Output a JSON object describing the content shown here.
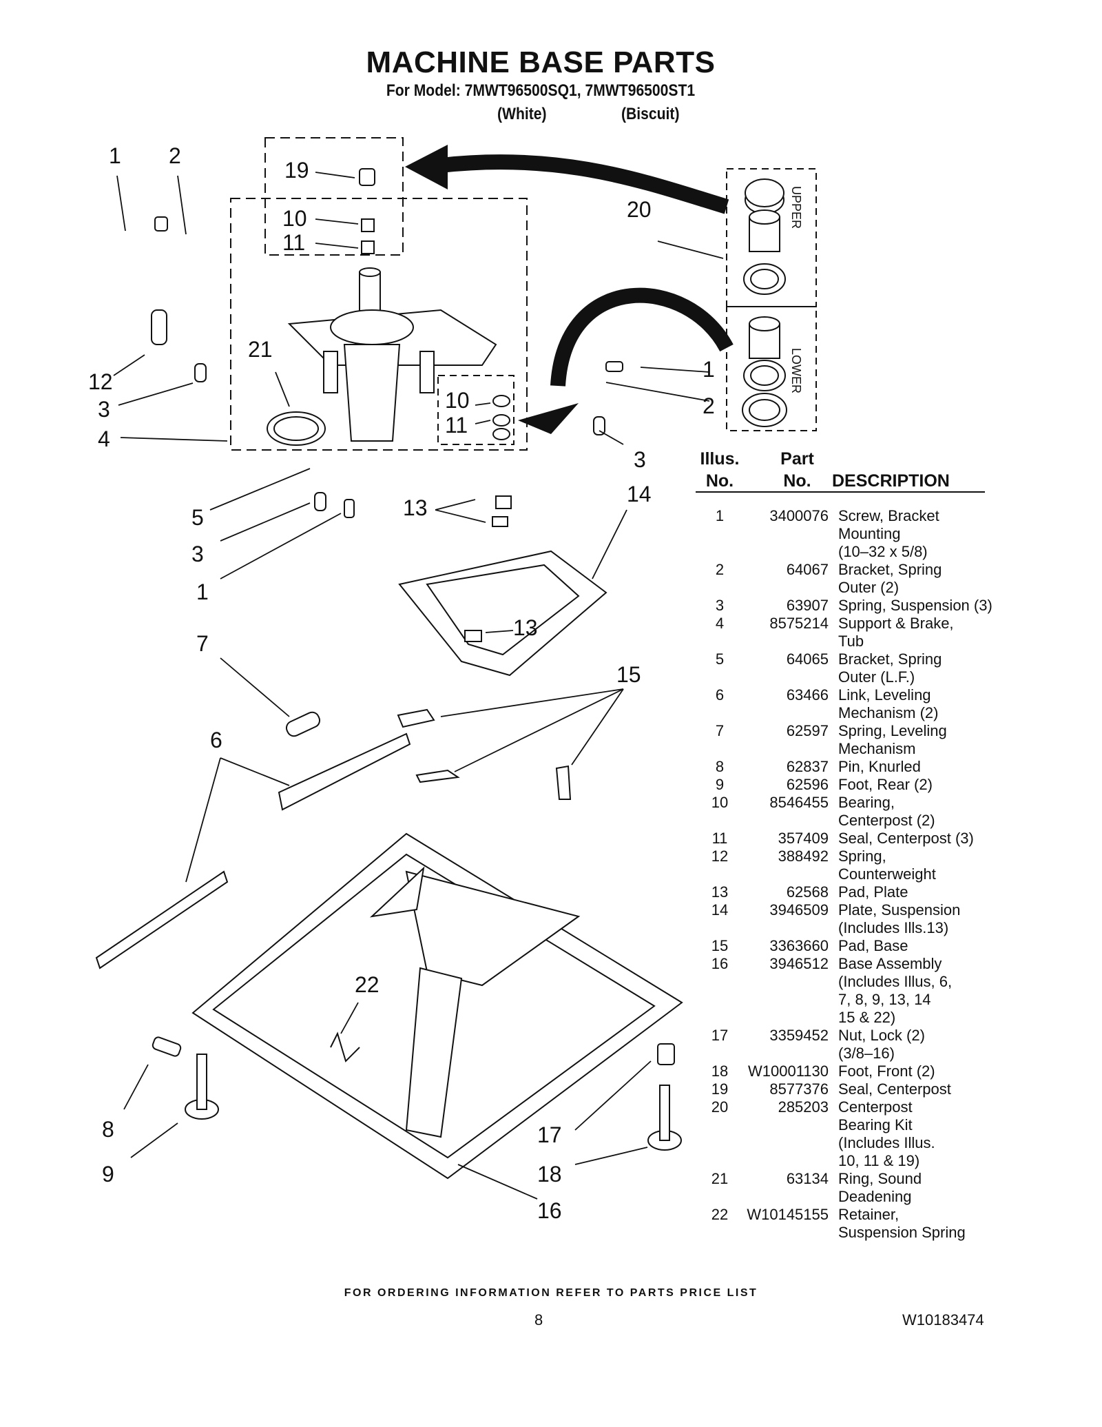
{
  "header": {
    "title": "MACHINE BASE PARTS",
    "model_line": "For Model: 7MWT96500SQ1, 7MWT96500ST1",
    "variant_white": "(White)",
    "variant_biscuit": "(Biscuit)"
  },
  "diagram": {
    "callouts": [
      "1",
      "2",
      "12",
      "3",
      "4",
      "21",
      "19",
      "10",
      "11",
      "20",
      "10",
      "11",
      "1",
      "2",
      "3",
      "5",
      "3",
      "1",
      "13",
      "14",
      "13",
      "7",
      "15",
      "6",
      "22",
      "8",
      "9",
      "17",
      "18",
      "16"
    ],
    "kit_labels": {
      "upper": "UPPER",
      "lower": "LOWER"
    }
  },
  "table": {
    "headers": {
      "illus_1": "Illus.",
      "illus_2": "No.",
      "part_1": "Part",
      "part_2": "No.",
      "description": "DESCRIPTION"
    },
    "rows": [
      {
        "illus": "1",
        "part": "3400076",
        "desc": [
          "Screw, Bracket",
          "Mounting",
          "(10–32 x 5/8)"
        ]
      },
      {
        "illus": "2",
        "part": "64067",
        "desc": [
          "Bracket, Spring",
          "Outer (2)"
        ]
      },
      {
        "illus": "3",
        "part": "63907",
        "desc": [
          "Spring, Suspension (3)"
        ]
      },
      {
        "illus": "4",
        "part": "8575214",
        "desc": [
          "Support & Brake,",
          "Tub"
        ]
      },
      {
        "illus": "5",
        "part": "64065",
        "desc": [
          "Bracket, Spring",
          "Outer (L.F.)"
        ]
      },
      {
        "illus": "6",
        "part": "63466",
        "desc": [
          "Link, Leveling",
          "Mechanism (2)"
        ]
      },
      {
        "illus": "7",
        "part": "62597",
        "desc": [
          "Spring, Leveling",
          "Mechanism"
        ]
      },
      {
        "illus": "8",
        "part": "62837",
        "desc": [
          "Pin, Knurled"
        ]
      },
      {
        "illus": "9",
        "part": "62596",
        "desc": [
          "Foot, Rear (2)"
        ]
      },
      {
        "illus": "10",
        "part": "8546455",
        "desc": [
          "Bearing,",
          "Centerpost (2)"
        ]
      },
      {
        "illus": "11",
        "part": "357409",
        "desc": [
          "Seal, Centerpost (3)"
        ]
      },
      {
        "illus": "12",
        "part": "388492",
        "desc": [
          "Spring,",
          "Counterweight"
        ]
      },
      {
        "illus": "13",
        "part": "62568",
        "desc": [
          "Pad, Plate"
        ]
      },
      {
        "illus": "14",
        "part": "3946509",
        "desc": [
          "Plate, Suspension",
          "(Includes Ills.13)"
        ]
      },
      {
        "illus": "15",
        "part": "3363660",
        "desc": [
          "Pad, Base"
        ]
      },
      {
        "illus": "16",
        "part": "3946512",
        "desc": [
          "Base Assembly",
          "(Includes Illus, 6,",
          "7, 8, 9, 13, 14",
          "15 & 22)"
        ]
      },
      {
        "illus": "17",
        "part": "3359452",
        "desc": [
          "Nut, Lock (2)",
          "(3/8–16)"
        ]
      },
      {
        "illus": "18",
        "part": "W10001130",
        "desc": [
          "Foot, Front (2)"
        ]
      },
      {
        "illus": "19",
        "part": "8577376",
        "desc": [
          "Seal, Centerpost"
        ]
      },
      {
        "illus": "20",
        "part": "285203",
        "desc": [
          "Centerpost",
          "Bearing Kit",
          "(Includes Illus.",
          "10, 11 & 19)"
        ]
      },
      {
        "illus": "21",
        "part": "63134",
        "desc": [
          "Ring, Sound",
          "Deadening"
        ]
      },
      {
        "illus": "22",
        "part": "W10145155",
        "desc": [
          "Retainer,",
          "Suspension Spring"
        ]
      }
    ]
  },
  "footer": {
    "ordering_note": "FOR ORDERING INFORMATION REFER TO PARTS PRICE LIST",
    "page_number": "8",
    "doc_number": "W10183474"
  }
}
